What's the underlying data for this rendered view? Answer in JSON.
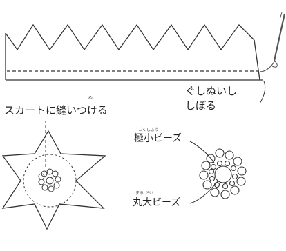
{
  "labels": {
    "running_stitch_line1": "ぐしぬいし",
    "running_stitch_line2": "しぼる",
    "sew_to_skirt": "スカートに縫いつける",
    "sew_to_skirt_ruby": "ぬ",
    "tiny_beads": "極小ビーズ",
    "tiny_beads_ruby": "ごくしょう",
    "round_beads": "丸大ビーズ",
    "round_beads_ruby": "まる だい"
  },
  "colors": {
    "line": "#333333",
    "needle": "#555555"
  }
}
